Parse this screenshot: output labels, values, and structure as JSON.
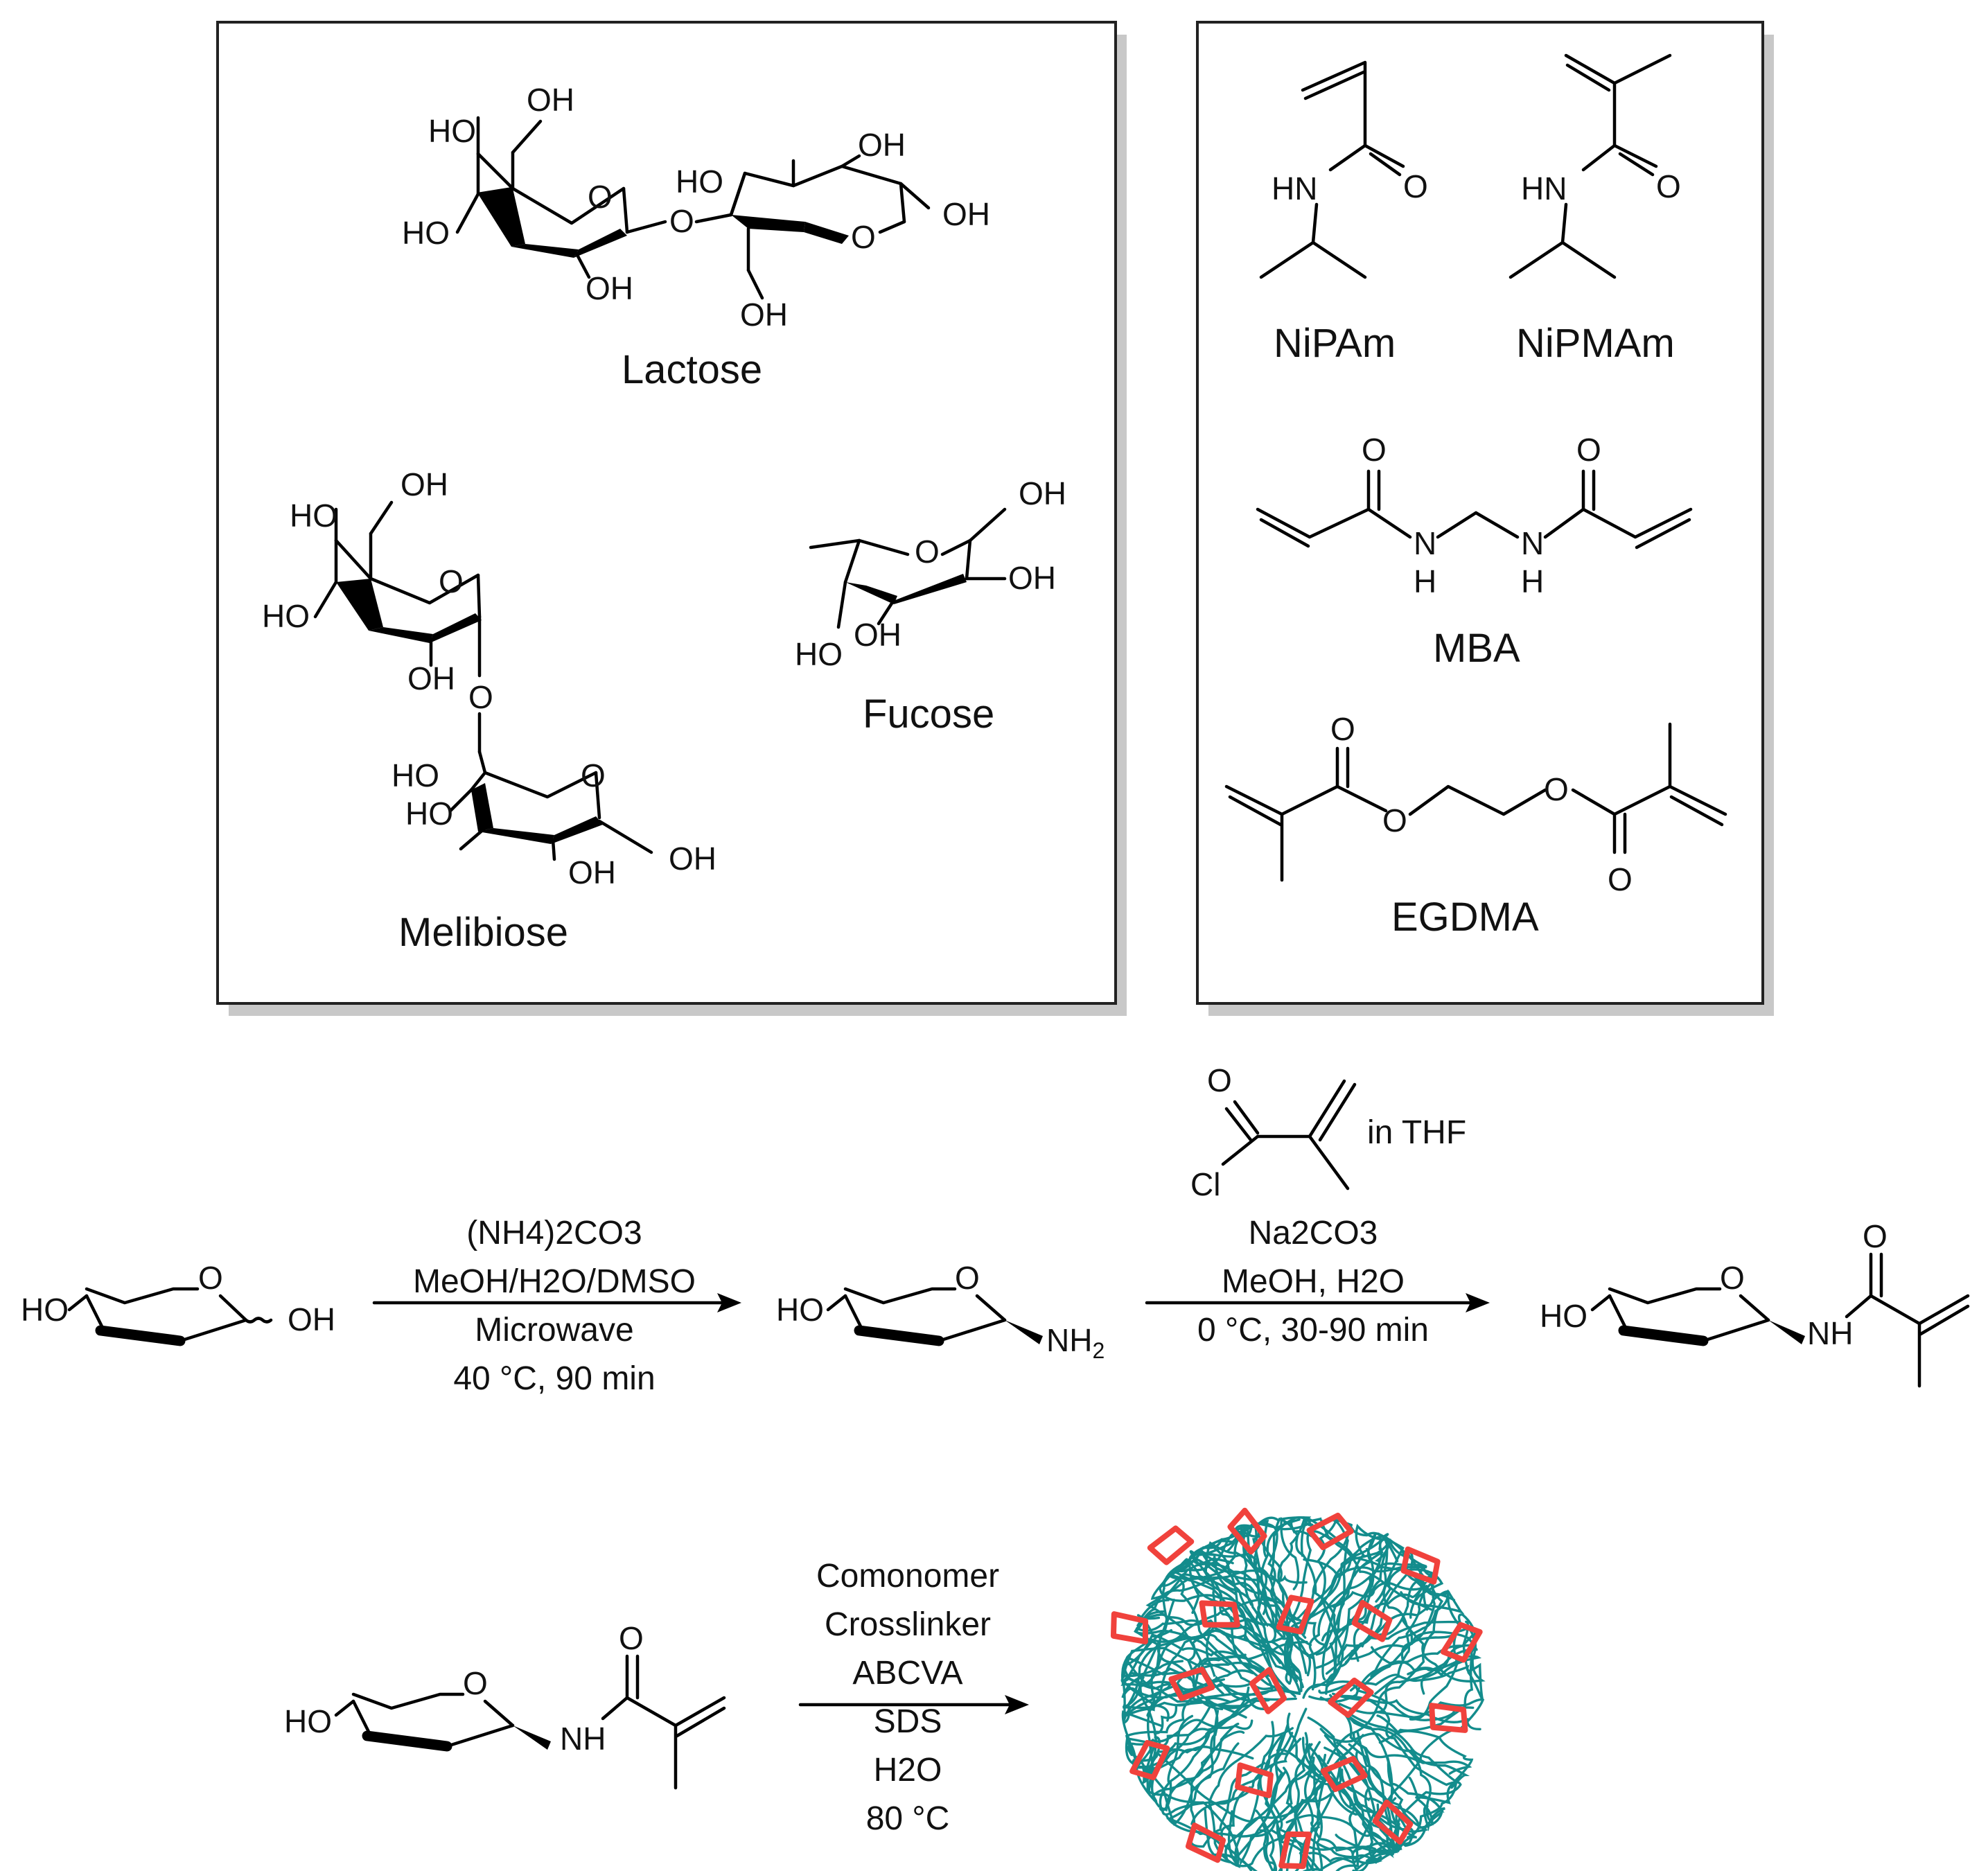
{
  "carbohydrates": {
    "lactose_label": "Lactose",
    "melibiose_label": "Melibiose",
    "fucose_label": "Fucose"
  },
  "monomers": {
    "nipam_label": "NiPAm",
    "nipmam_label": "NiPMAm",
    "mba_label": "MBA",
    "egdma_label": "EGDMA"
  },
  "atoms": {
    "oh": "OH",
    "ho": "HO",
    "o": "O",
    "hn": "HN",
    "nh": "NH",
    "n": "N",
    "h": "H",
    "cl": "Cl",
    "nh2": "NH"
  },
  "reaction1": {
    "line1": "(NH4)2CO3",
    "line2": "MeOH/H2O/DMSO",
    "line3": "Microwave",
    "line4": "40 °C, 90 min"
  },
  "reaction2": {
    "reagent_note": "in THF",
    "line1": "Na2CO3",
    "line2": "MeOH, H2O",
    "line3": "0 °C, 30-90 min"
  },
  "reaction3": {
    "line1": "Comonomer",
    "line2": "Crosslinker",
    "line3": "ABCVA",
    "line4": "SDS",
    "line5": "H2O",
    "line6": "80 °C"
  },
  "colors": {
    "polymer_chain": "#138c8c",
    "sugar_marker": "#f0423c",
    "box_shadow": "#c8c8c8"
  }
}
